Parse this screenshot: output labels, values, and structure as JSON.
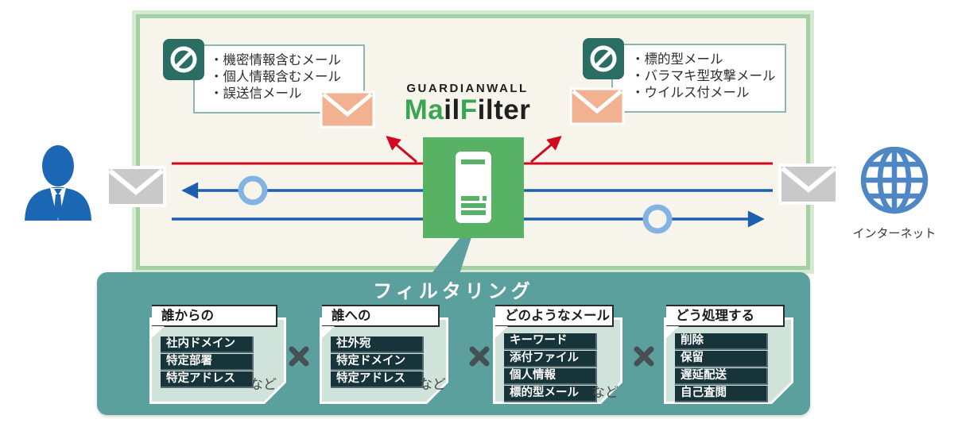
{
  "logo": {
    "brand": "GUARDIANWALL",
    "product": {
      "seg1": "Ma",
      "seg2": "il",
      "seg3": "F",
      "seg4": "ilter"
    }
  },
  "callouts": {
    "left": {
      "lines": [
        "・機密情報含むメール",
        "・個人情報含むメール",
        "・誤送信メール"
      ]
    },
    "right": {
      "lines": [
        "・標的型メール",
        "・バラマキ型攻撃メール",
        "・ウイルス付メール"
      ]
    }
  },
  "labels": {
    "internet": "インターネット"
  },
  "filtering": {
    "title": "フィルタリング",
    "groups": [
      {
        "label": "誰からの",
        "items": [
          "社内ドメイン",
          "特定部署",
          "特定アドレス"
        ],
        "etc": "など"
      },
      {
        "label": "誰への",
        "items": [
          "社外宛",
          "特定ドメイン",
          "特定アドレス"
        ],
        "etc": "など"
      },
      {
        "label": "どのようなメール",
        "items": [
          "キーワード",
          "添付ファイル",
          "個人情報",
          "標的型メール"
        ],
        "etc": "など"
      },
      {
        "label": "どう処理する",
        "items": [
          "削除",
          "保留",
          "遅延配送",
          "自己査閲"
        ]
      }
    ]
  },
  "icons": {
    "prohibition": "no-entry-icon",
    "mail": "envelope-icon",
    "user": "user-icon",
    "internet": "globe-icon",
    "server": "mail-filter-server-icon",
    "separator": "multiply-icon"
  },
  "colors": {
    "frame_green_light": "#d6e9d2",
    "frame_green": "#a2d1a4",
    "area_bg": "#f6f4eb",
    "server_green": "#57b266",
    "logo_green": "#3aa653",
    "logo_dark": "#1f1f1d",
    "alert_red": "#d0091e",
    "flow_blue": "#1c5fae",
    "ring_blue": "#82b3e2",
    "prohibition_teal": "#2a6e63",
    "callout_border": "#8ab8ac",
    "envelope_orange": "#f2b191",
    "envelope_gray": "#c9c9c9",
    "person_blue": "#1b67b3",
    "globe_blue": "#4f87c5",
    "panel_teal": "#5ba09d",
    "card_mint": "#cfe3db",
    "item_dark": "#17343a",
    "cross_dark": "#454f54"
  }
}
